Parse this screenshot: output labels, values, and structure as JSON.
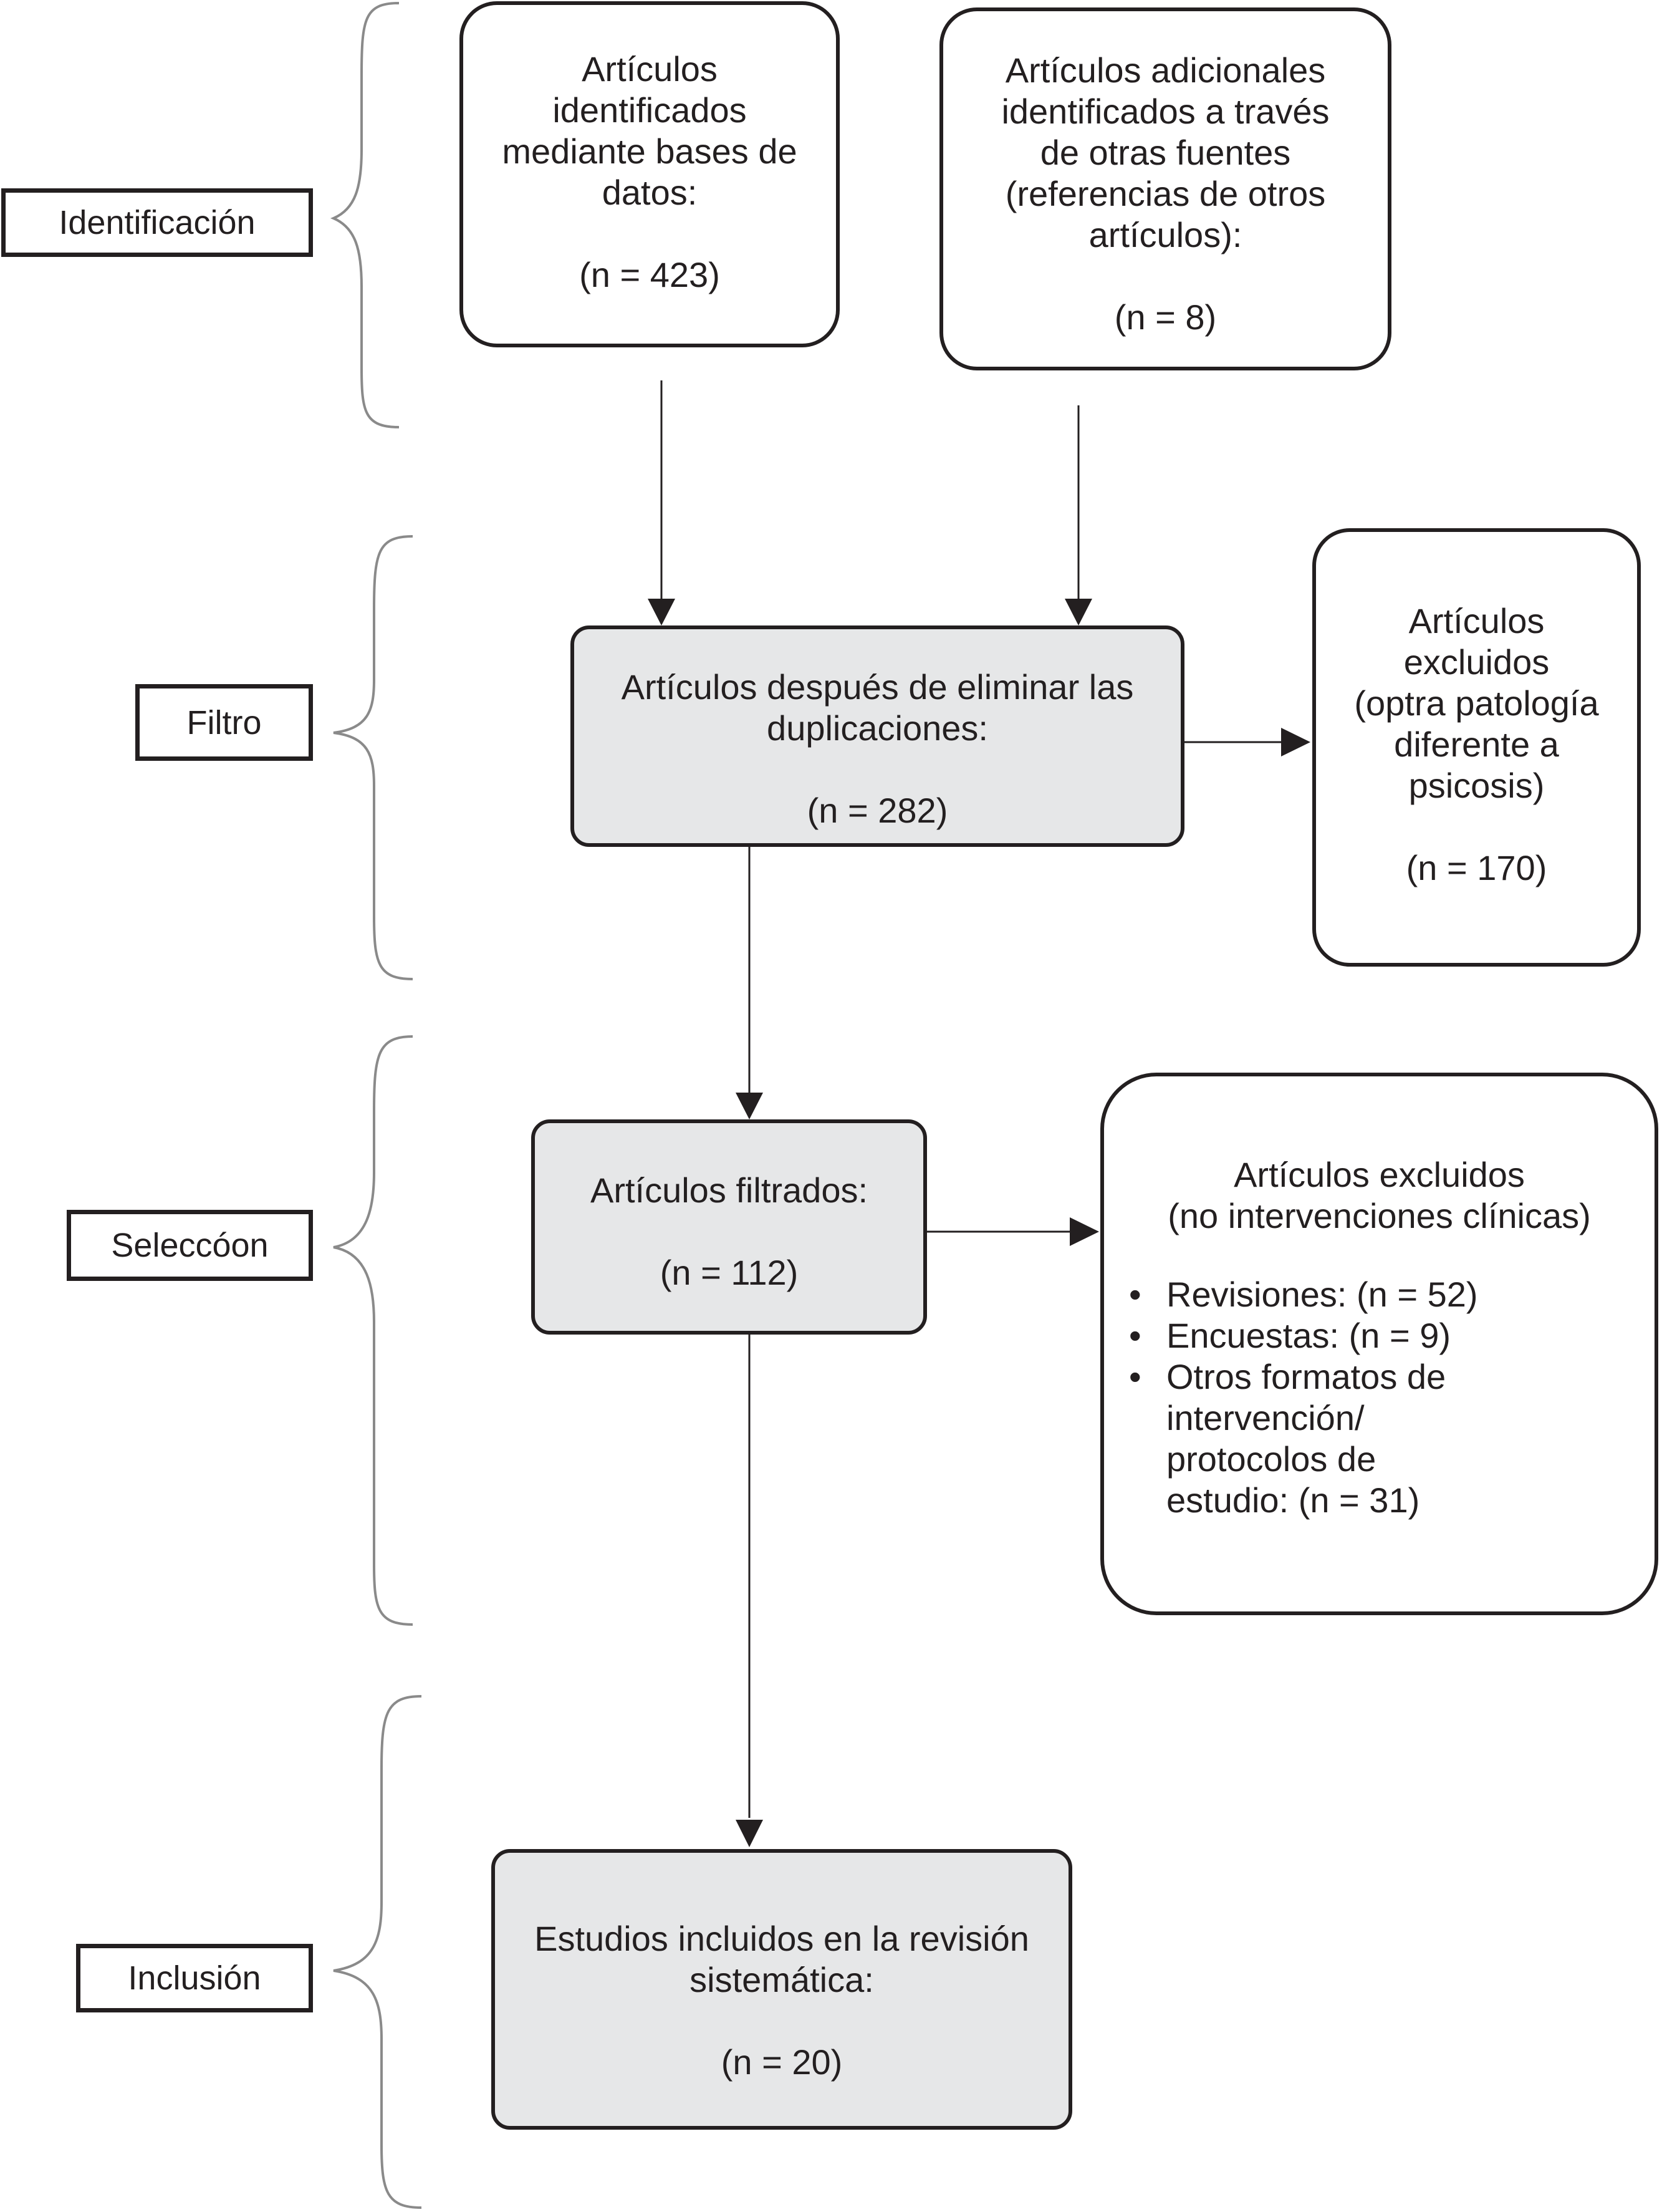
{
  "stages": {
    "identification": "Identificación",
    "filter": "Filtro",
    "selection": "Seleccóon",
    "inclusion": "Inclusión"
  },
  "boxes": {
    "database_records": {
      "lines": [
        "Artículos",
        "identificados",
        "mediante bases de",
        "datos:"
      ],
      "count": "(n = 423)"
    },
    "other_sources": {
      "lines": [
        "Artículos adicionales",
        "identificados a través",
        "de otras fuentes",
        "(referencias de otros",
        "artículos):"
      ],
      "count": "(n = 8)"
    },
    "after_duplicates": {
      "lines": [
        "Artículos después de eliminar las",
        "duplicaciones:"
      ],
      "count": "(n = 282)"
    },
    "excluded_pathology": {
      "lines": [
        "Artículos",
        "excluidos",
        "(optra patología",
        "diferente a",
        "psicosis)"
      ],
      "count": "(n = 170)"
    },
    "filtered": {
      "lines": [
        "Artículos filtrados:"
      ],
      "count": "(n = 112)"
    },
    "excluded_non_clinical": {
      "lines": [
        "Artículos excluidos",
        "(no intervenciones clínicas)"
      ],
      "bullets": [
        "Revisiones: (n = 52)",
        "Encuestas: (n = 9)",
        "Otros formatos de"
      ],
      "bullet_continuation": [
        "intervención/",
        "protocolos de",
        "estudio: (n = 31)"
      ]
    },
    "included": {
      "lines": [
        "Estudios incluidos en la revisión",
        "sistemática:"
      ],
      "count": "(n = 20)"
    }
  },
  "colors": {
    "stroke": "#231f20",
    "box_fill_white": "#ffffff",
    "box_fill_grey": "#e6e7e8",
    "brace": "#8a8a8a"
  }
}
